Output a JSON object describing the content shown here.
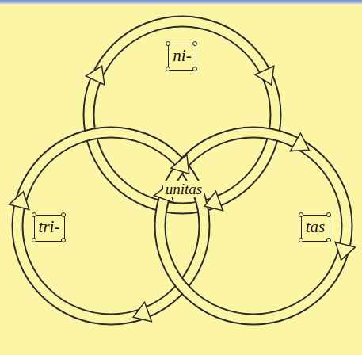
{
  "diagram": {
    "nodes": [
      {
        "text": [
          "ni-"
        ]
      },
      {
        "text": [
          "tri-"
        ]
      },
      {
        "text": [
          "tas"
        ]
      }
    ],
    "labels": [
      "unitas"
    ]
  }
}
